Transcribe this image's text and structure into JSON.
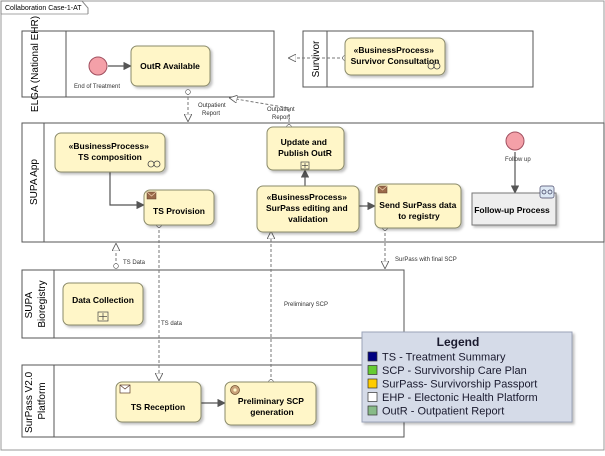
{
  "diagram": {
    "tab_title": "Collaboration Case-1-AT",
    "pools": {
      "elga": "ELGA (National EHR)",
      "survivor": "Survivor",
      "supa_app": "SUPA App",
      "supa_bioregistry": "SUPA Bioregistry",
      "surpass_platform": "SurPass V2.0 Platform"
    },
    "tasks": {
      "outr_available": "OutR Available",
      "survivor_consultation": [
        "«BusinessProcess»",
        "Survivor Consultation"
      ],
      "ts_composition": [
        "«BusinessProcess»",
        "TS composition"
      ],
      "ts_provision": "TS Provision",
      "update_publish": [
        "Update and",
        "Publish OutR"
      ],
      "surpass_editing": [
        "«BusinessProcess»",
        "SurPass editing and",
        "validation"
      ],
      "send_surpass": [
        "Send SurPass data",
        "to registry"
      ],
      "follow_up_process": "Follow-up Process",
      "data_collection": "Data Collection",
      "ts_reception": "TS Reception",
      "preliminary_scp": [
        "Preliminary SCP",
        "generation"
      ]
    },
    "events": {
      "end_of_treatment": "End of Treatment",
      "follow_up": "Follow up"
    },
    "flows": {
      "outpatient_report_1": [
        "Outpatient",
        "Report"
      ],
      "outpatient_report_2": [
        "Outpatient",
        "Report"
      ],
      "ts_data_1": "TS Data",
      "ts_data_2": "TS data",
      "preliminary_scp": "Preliminary SCP",
      "surpass_final_scp": "SurPass with final SCP"
    },
    "legend": {
      "title": "Legend",
      "items": [
        {
          "label": "TS - Treatment Summary",
          "color": "#000080"
        },
        {
          "label": "SCP - Survivorship Care Plan",
          "color": "#66cc33"
        },
        {
          "label": "SurPass- Survivorship Passport",
          "color": "#ffcc00"
        },
        {
          "label": "EHP - Electonic Health Platform",
          "color": "#ffffff"
        },
        {
          "label": "OutR - Outpatient Report",
          "color": "#88bb88"
        }
      ]
    },
    "colors": {
      "task_fill": "#fff6c8",
      "task_stroke": "#8a8a6a",
      "legend_fill": "#d5dbe8",
      "pool_stroke": "#555555",
      "start_event": "#f4a0a8"
    }
  }
}
